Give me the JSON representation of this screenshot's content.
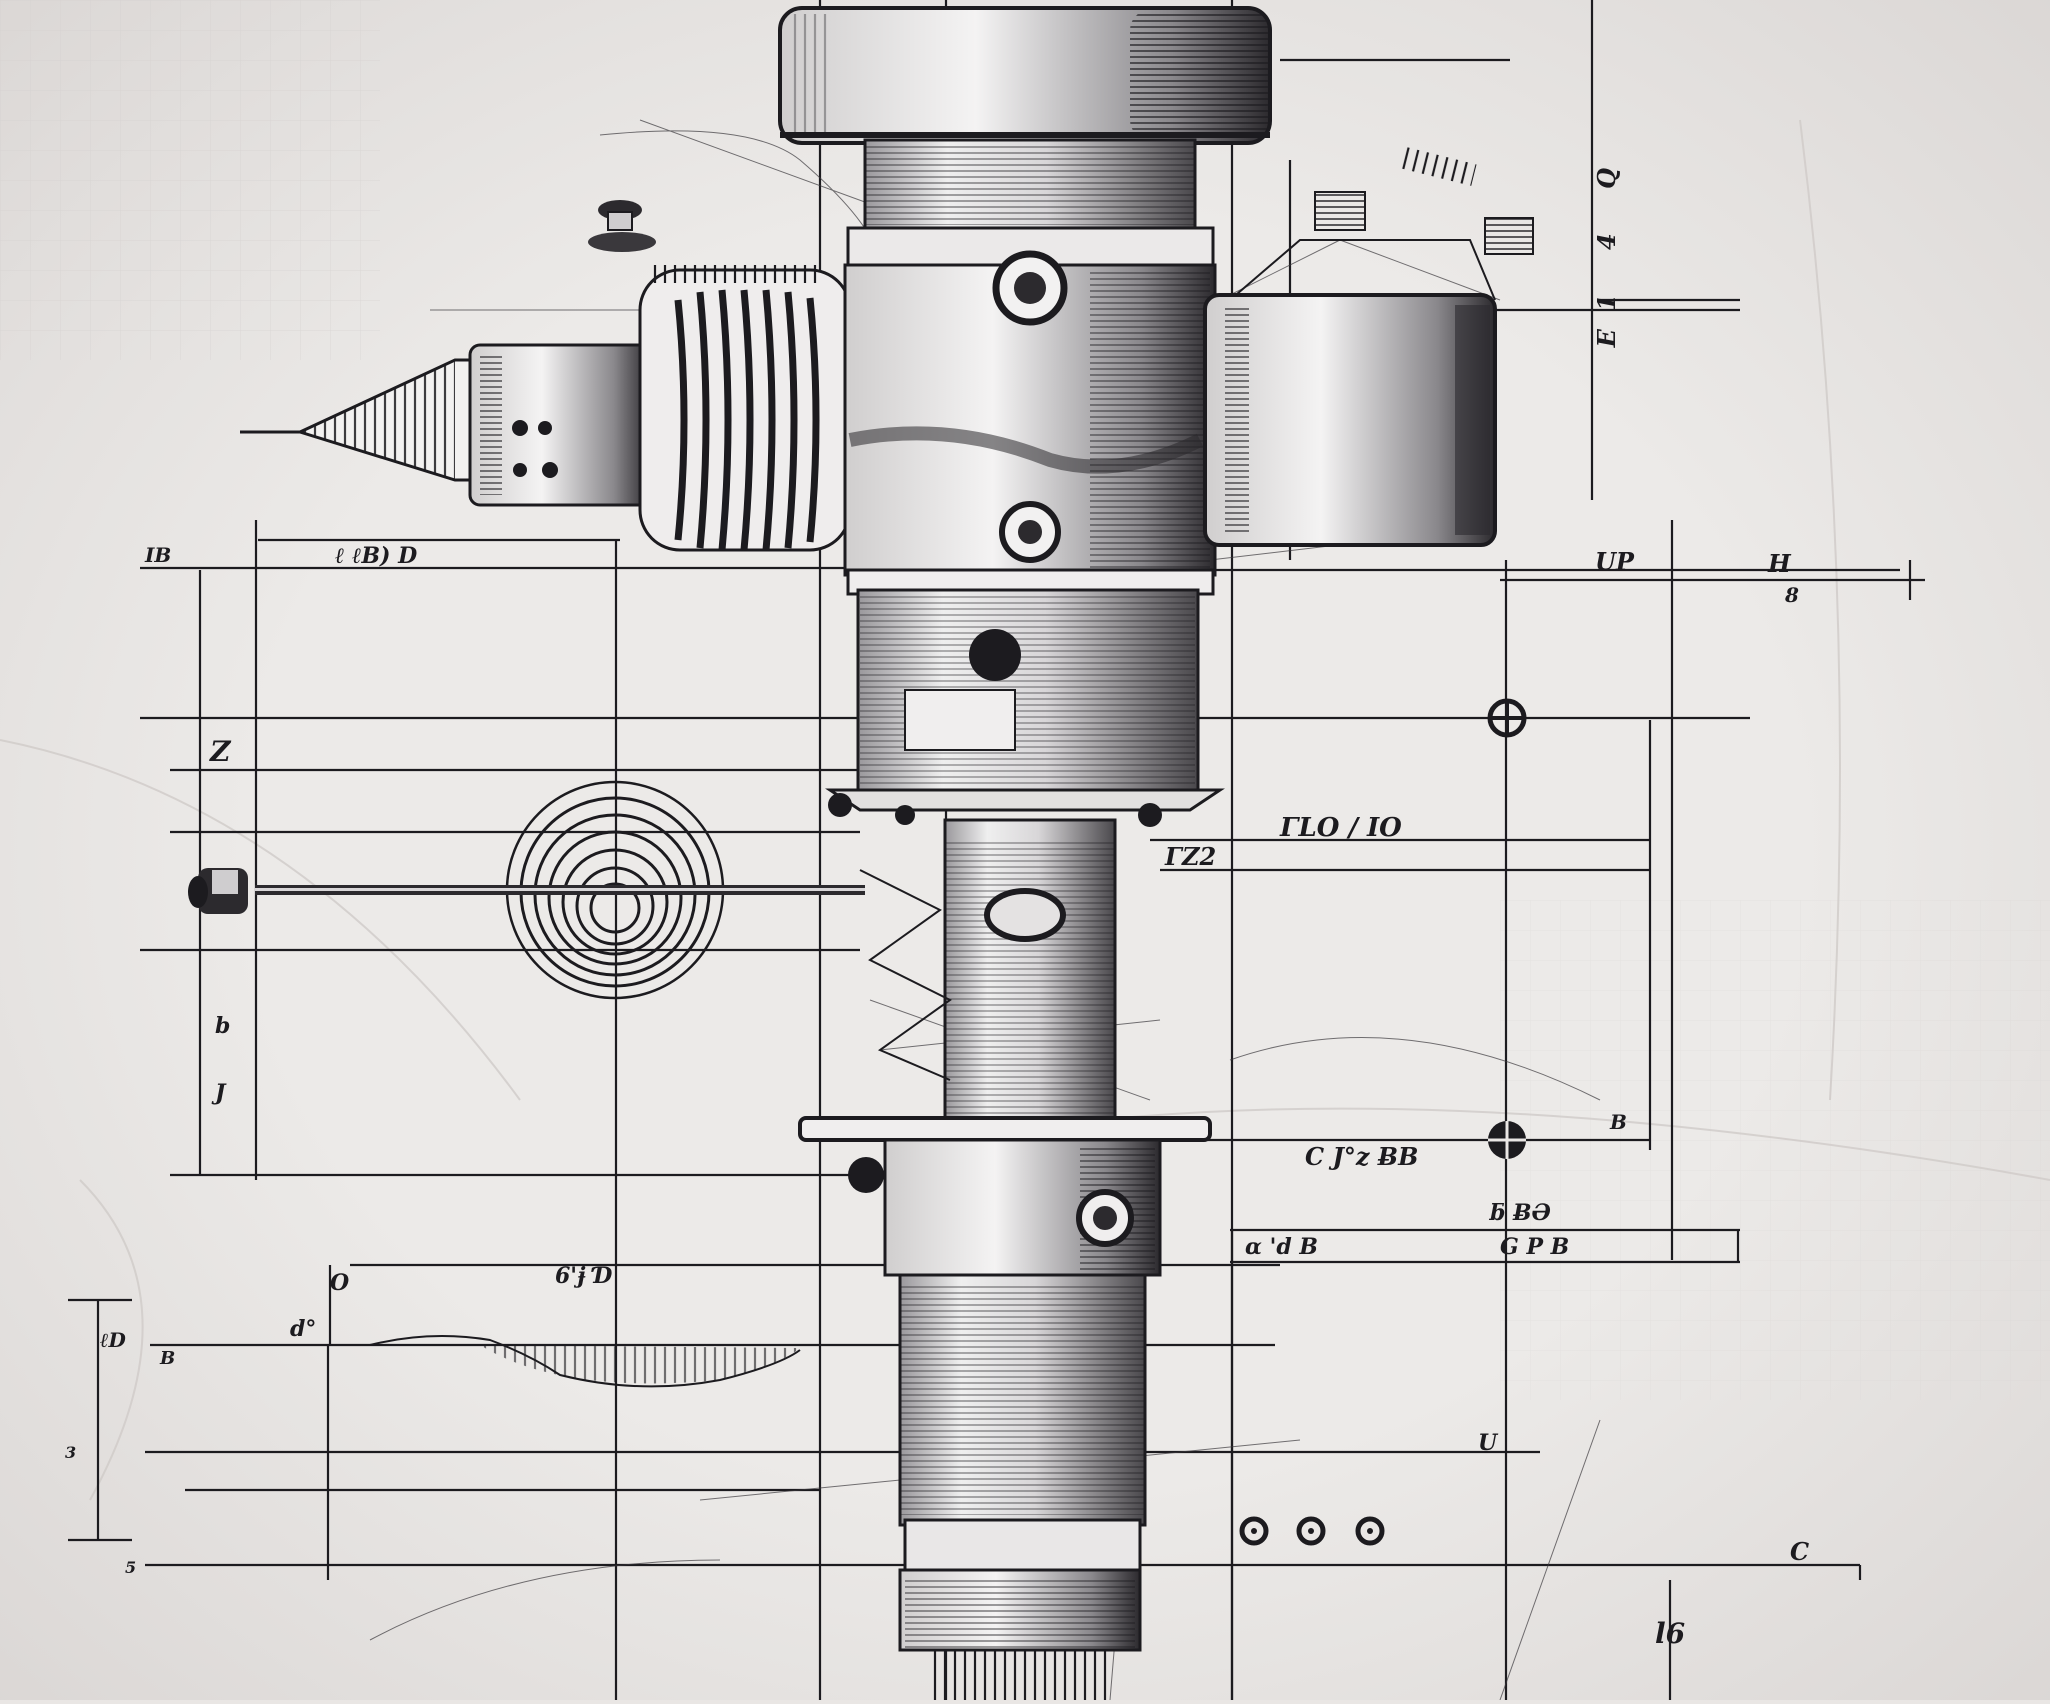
{
  "drawing": {
    "title": "Mechanical assembly blueprint",
    "paper_color": "#e9e6e4",
    "ink_color": "#1c1b1f",
    "grid_color": "#c9c5c4"
  },
  "labels": {
    "top_left_dim": "ℓ ℓB) D",
    "left_tag": "IB",
    "mid_right_dim": "ΓLO  / IO",
    "mid_right_tag": "ΓZ2",
    "lower_right_dim": "C J°z ɃB",
    "lower_right_a": "B",
    "lower_right_b": "ƃ ɃƏ",
    "lower_right_c": "ɑ  'd  B",
    "lower_right_d": "G  P  B",
    "right_tag_up": "UP",
    "right_tag_h": "H",
    "right_tag_8": "8",
    "vertical_top_right": "E1  4  Q",
    "lower_left_dim": "6'ɉ Ɗ",
    "lower_left_a": "ℓD",
    "lower_left_b": "B",
    "lower_left_c": "d°",
    "lower_left_o": "O",
    "left_vert_a": "Z",
    "left_vert_b": "b",
    "left_vert_c": "J",
    "lower_mid_l": "U",
    "lower_right_c2": "C",
    "lower_right_t": "l6",
    "num_3": "3",
    "num_5": "5"
  },
  "components": [
    {
      "name": "top-cap",
      "type": "cylinder"
    },
    {
      "name": "upper-body",
      "type": "cylinder"
    },
    {
      "name": "left-finned-cylinder",
      "type": "radiator"
    },
    {
      "name": "left-cone-nozzle",
      "type": "cone"
    },
    {
      "name": "right-side-tank",
      "type": "cylinder"
    },
    {
      "name": "spiral-disc",
      "type": "disc"
    },
    {
      "name": "shaft",
      "type": "rod"
    },
    {
      "name": "lower-body",
      "type": "cylinder"
    },
    {
      "name": "bottom-base",
      "type": "cylinder"
    },
    {
      "name": "bolt-holes",
      "type": "holes",
      "count": 3
    },
    {
      "name": "crosshair-markers",
      "type": "target",
      "count": 2
    }
  ]
}
